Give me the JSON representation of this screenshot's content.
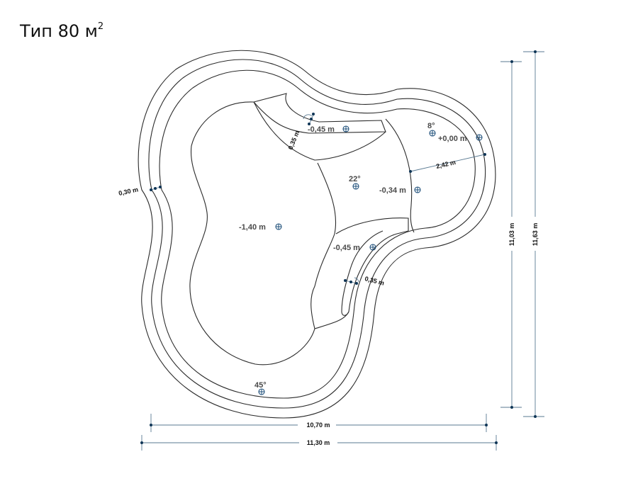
{
  "title": {
    "text": "Тип 80 м",
    "sup": "2"
  },
  "levels": {
    "deep": "-1,40 m",
    "step_top": "-0,45 m",
    "step_bottom": "-0,45 m",
    "middle": "-0,34 m",
    "beach": "+0,00 m"
  },
  "angles": {
    "middle": "22°",
    "beach": "8°",
    "bottom": "45°"
  },
  "dimensions": {
    "inner_width": "10,70 m",
    "outer_width": "11,30 m",
    "inner_height": "11,03 m",
    "outer_height": "11,63 m",
    "wall": "0,30 m",
    "step_top": "0,35 m",
    "step_bottom": "0,35 m",
    "beach_width": "2,42 m"
  }
}
